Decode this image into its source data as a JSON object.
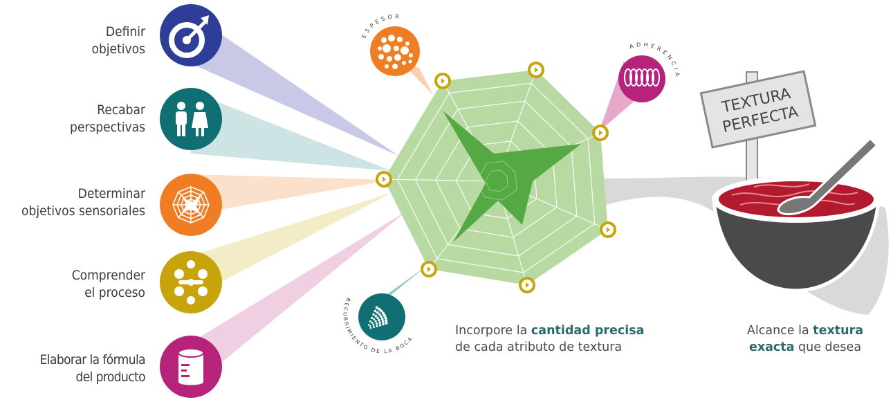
{
  "steps": [
    {
      "line1": "Definir",
      "line2": "objetivos",
      "icon": "target-arrow-icon",
      "color": "#2e3d96",
      "ray": "#c8c9e6"
    },
    {
      "line1": "Recabar",
      "line2": "perspectivas",
      "icon": "people-icon",
      "color": "#0f6f72",
      "ray": "#cde3e4"
    },
    {
      "line1": "Determinar",
      "line2": "objetivos sensoriales",
      "icon": "spider-web-icon",
      "color": "#ef7d23",
      "ray": "#fbe0cc"
    },
    {
      "line1": "Comprender",
      "line2": "el proceso",
      "icon": "process-network-icon",
      "color": "#c8a40c",
      "ray": "#f2ecc7"
    },
    {
      "line1": "Elaborar la fórmula",
      "line2": "del producto",
      "icon": "beaker-icon",
      "color": "#b5247a",
      "ray": "#efcfe1"
    }
  ],
  "attributes": {
    "espesor": "ESPESOR",
    "adherencia": "ADHERENCIA",
    "recubrimiento": "RECUBRIMIENTO DE LA BOCA"
  },
  "sign": {
    "line1": "TEXTURA",
    "line2": "PERFECTA"
  },
  "captions": {
    "mid": {
      "pre": "Incorpore la ",
      "bold": "cantidad precisa",
      "post": "de cada atributo de textura"
    },
    "right": {
      "pre": "Alcance la ",
      "bold1": "textura",
      "bold2": "exacta",
      "post": " que desea"
    }
  },
  "colors": {
    "radar_fill": "#b9d9a3",
    "radar_shape": "#4ea63d",
    "grid_line": "#ffffff",
    "knob": "#c8a40c",
    "bowl": "#4a4a4a",
    "sauce": "#b3192f"
  }
}
